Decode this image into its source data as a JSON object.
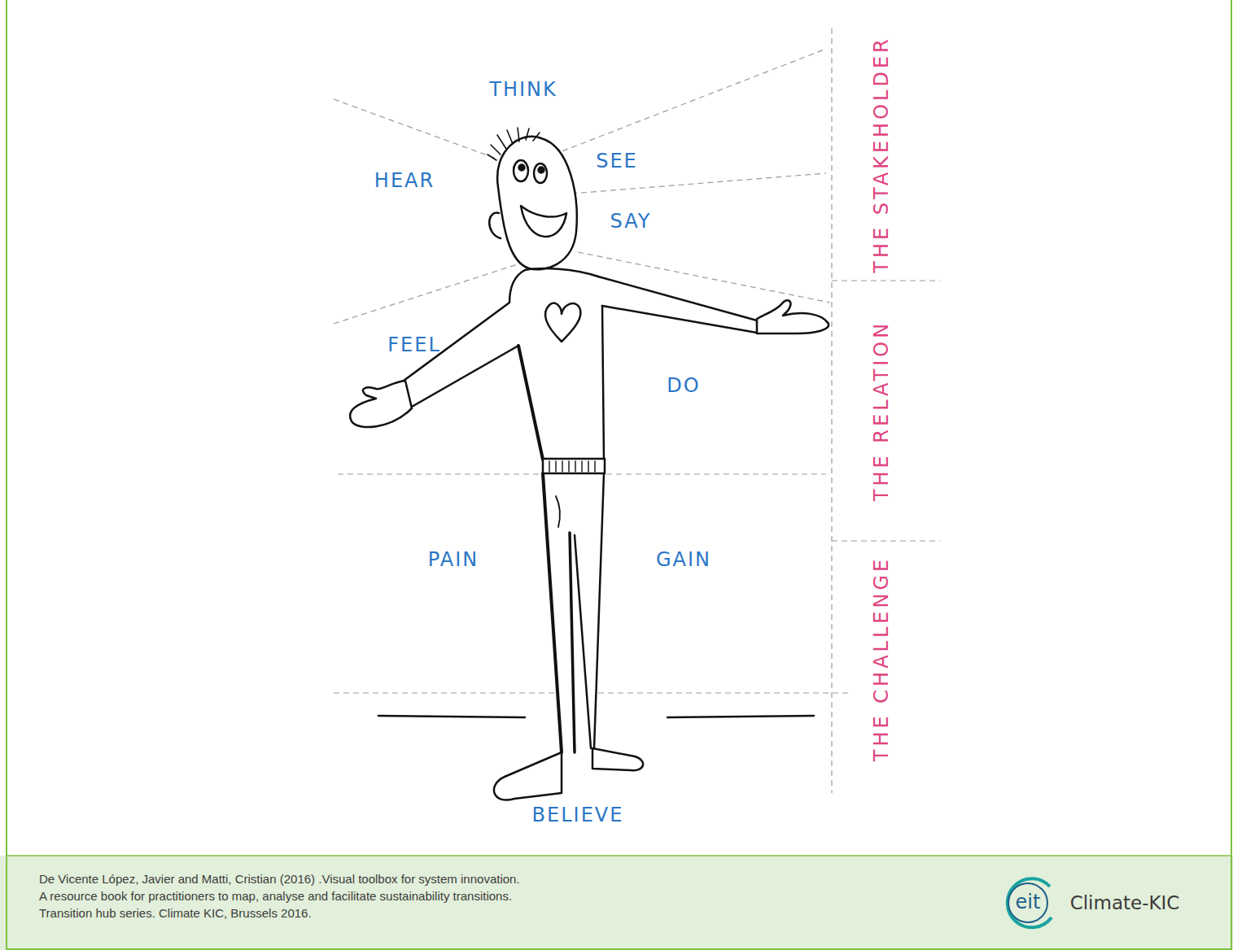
{
  "diagram": {
    "caption": "De Vicente López, Javier and Matti, Cristian (2016) .Visual toolbox for system innovation. A resource book for practitioners to map, analyse and facilitate sustainability transitions. Transition hub series. Climate KIC, Brussels 2016.",
    "labels": [
      "THINK",
      "HEAR",
      "SEE",
      "SAY",
      "FEEL",
      "DO",
      "PAIN",
      "GAIN",
      "BELIEVE",
      "THE STAKEHOLDER",
      "THE RELATION",
      "THE CHALLENGE",
      "eit",
      "Climate-KIC"
    ]
  }
}
